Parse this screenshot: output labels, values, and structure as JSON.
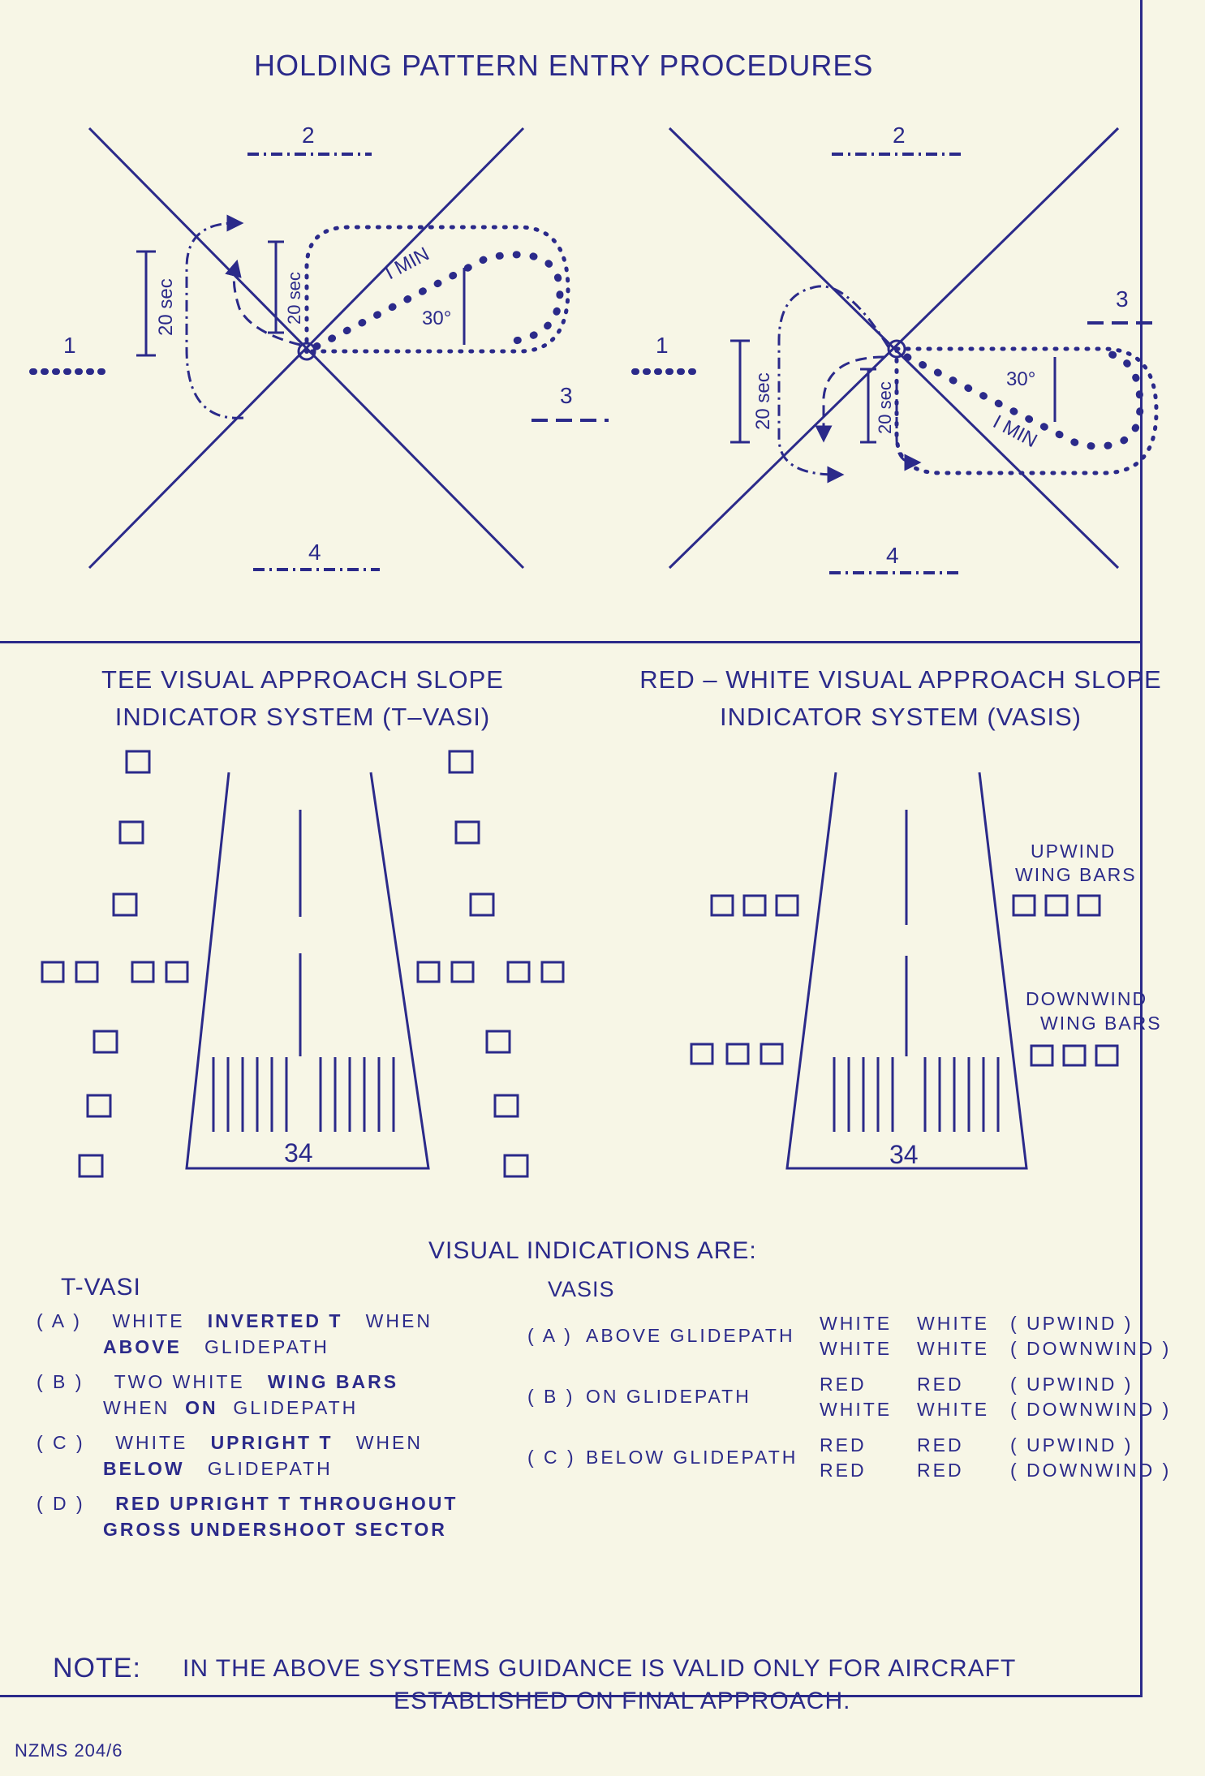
{
  "title": "HOLDING PATTERN ENTRY PROCEDURES",
  "holding": {
    "left": {
      "sector_labels": [
        "1",
        "2",
        "3",
        "4"
      ],
      "leg_time": "20 sec",
      "leg_time_inner": "20 sec",
      "min_label": "I MIN",
      "angle_label": "30°"
    },
    "right": {
      "sector_labels": [
        "1",
        "2",
        "3",
        "4"
      ],
      "leg_time": "20 sec",
      "leg_time_inner": "20 sec",
      "min_label": "I MIN",
      "angle_label": "30°"
    }
  },
  "tvasi": {
    "heading_line1": "TEE VISUAL APPROACH SLOPE",
    "heading_line2": "INDICATOR SYSTEM (T–VASI)",
    "runway_number": "34"
  },
  "vasis": {
    "heading_line1": "RED – WHITE VISUAL APPROACH SLOPE",
    "heading_line2": "INDICATOR SYSTEM (VASIS)",
    "runway_number": "34",
    "upwind_label_1": "UPWIND",
    "upwind_label_2": "WING BARS",
    "downwind_label_1": "DOWNWIND",
    "downwind_label_2": "WING BARS"
  },
  "indications": {
    "heading": "VISUAL INDICATIONS ARE:",
    "tvasi_title": "T-VASI",
    "vasis_title": "VASIS",
    "tvasi_items": [
      {
        "tag": "( A )",
        "l1a": "WHITE",
        "l1b": "INVERTED T",
        "l1c": "WHEN",
        "l2a": "ABOVE",
        "l2b": "GLIDEPATH"
      },
      {
        "tag": "( B )",
        "l1a": "TWO WHITE",
        "l1b": "WING BARS",
        "l1c": "",
        "l2a": "WHEN",
        "l2b": "ON",
        "l2c": "GLIDEPATH"
      },
      {
        "tag": "( C )",
        "l1a": "WHITE",
        "l1b": "UPRIGHT T",
        "l1c": "WHEN",
        "l2a": "BELOW",
        "l2b": "GLIDEPATH"
      },
      {
        "tag": "( D )",
        "l1a": "RED UPRIGHT T THROUGHOUT",
        "l2a": "GROSS UNDERSHOOT SECTOR"
      }
    ],
    "vasis_items": [
      {
        "tag": "( A )",
        "label": "ABOVE GLIDEPATH",
        "r1c1": "WHITE",
        "r1c2": "WHITE",
        "r1c3": "( UPWIND )",
        "r2c1": "WHITE",
        "r2c2": "WHITE",
        "r2c3": "( DOWNWIND )"
      },
      {
        "tag": "( B )",
        "label": "ON GLIDEPATH",
        "r1c1": "RED",
        "r1c2": "RED",
        "r1c3": "( UPWIND )",
        "r2c1": "WHITE",
        "r2c2": "WHITE",
        "r2c3": "( DOWNWIND )"
      },
      {
        "tag": "( C )",
        "label": "BELOW GLIDEPATH",
        "r1c1": "RED",
        "r1c2": "RED",
        "r1c3": "( UPWIND )",
        "r2c1": "RED",
        "r2c2": "RED",
        "r2c3": "( DOWNWIND )"
      }
    ]
  },
  "note": {
    "label": "NOTE:",
    "line1": "IN THE ABOVE SYSTEMS GUIDANCE IS VALID ONLY FOR AIRCRAFT",
    "line2": "ESTABLISHED ON FINAL APPROACH."
  },
  "footer": "NZMS 204/6",
  "colors": {
    "ink": "#2b2a8a",
    "paper": "#f7f6e6"
  }
}
